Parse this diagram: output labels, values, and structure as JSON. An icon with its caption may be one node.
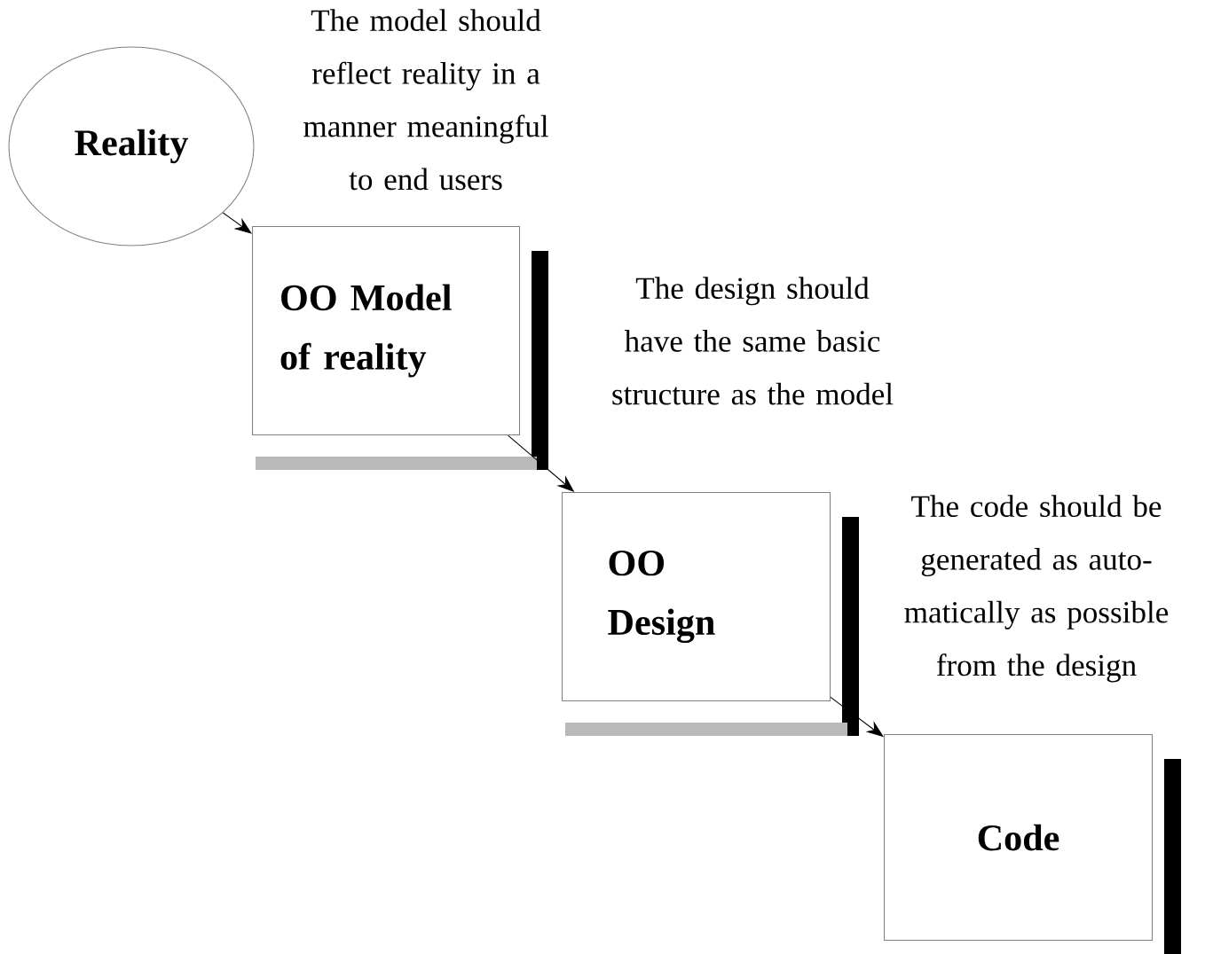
{
  "diagram": {
    "nodes": [
      {
        "text": [
          "Reality"
        ]
      },
      {
        "text": [
          "OO Model of reality"
        ]
      },
      {
        "text": [
          "OO Design"
        ]
      },
      {
        "text": [
          "Code"
        ]
      }
    ],
    "edges": [
      {
        "from": 0,
        "to": 1,
        "arrow": "to"
      },
      {
        "from": 1,
        "to": 2,
        "arrow": "to"
      },
      {
        "from": 2,
        "to": 3,
        "arrow": "to"
      }
    ],
    "labels": [
      "The model should reflect reality in a manner meaningful to end users",
      "The design should have the same basic structure as the model",
      "The code should be generated as auto-matically as possible from the design"
    ]
  }
}
